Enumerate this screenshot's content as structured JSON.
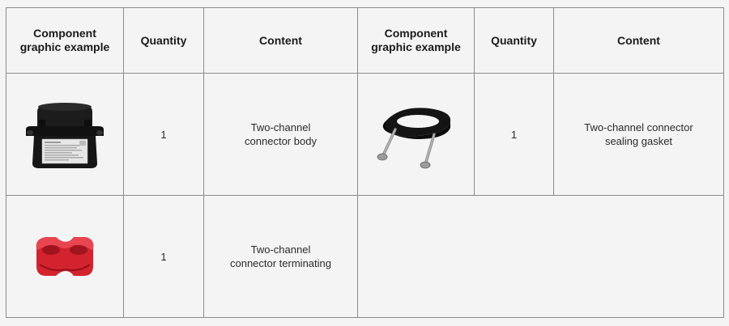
{
  "table": {
    "headers": [
      "Component\ngraphic example",
      "Quantity",
      "Content",
      "Component\ngraphic example",
      "Quantity",
      "Content"
    ],
    "rows": [
      [
        {
          "image": "connector-body-image",
          "quantity": "1",
          "content": "Two-channel\nconnector body"
        },
        {
          "image": "sealing-gasket-image",
          "quantity": "1",
          "content": "Two-channel connector\nsealing gasket"
        }
      ],
      [
        {
          "image": "terminating-plug-image",
          "quantity": "1",
          "content": "Two-channel\nconnector terminating"
        }
      ]
    ]
  },
  "colors": {
    "background": "#f4f4f4",
    "border": "#8c8c8c",
    "body_black": "#141414",
    "label_white": "#e8e8e8",
    "plug_red": "#d2232f"
  }
}
